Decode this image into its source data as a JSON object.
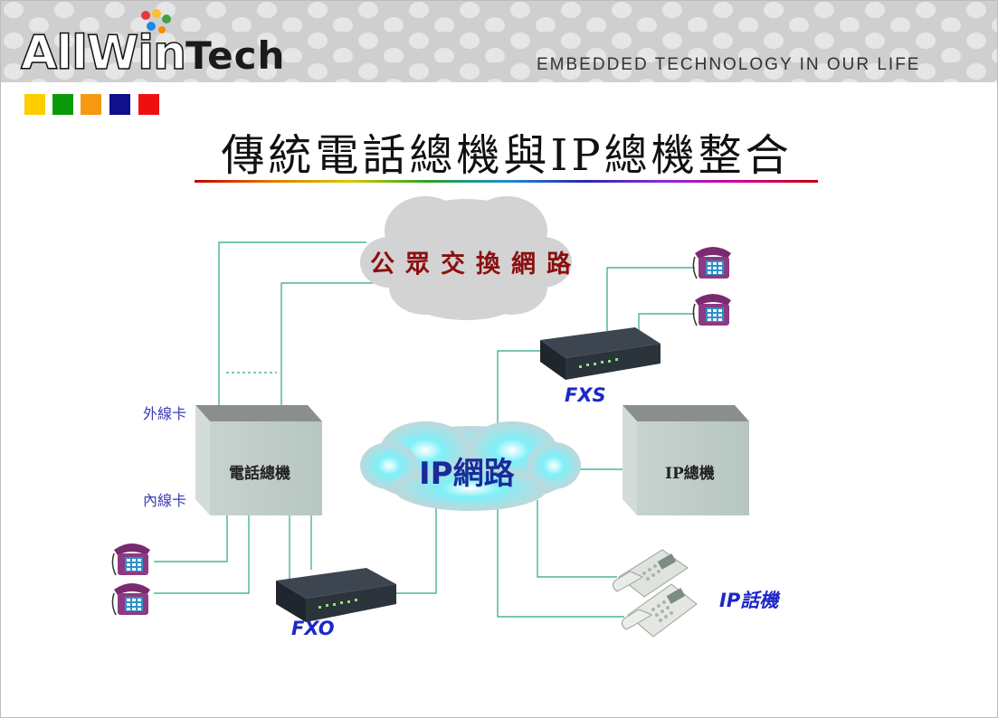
{
  "header": {
    "logo_main": "AllWin",
    "logo_tech": "Tech",
    "tagline": "EMBEDDED TECHNOLOGY IN OUR LIFE",
    "swatch_colors": [
      "#ffcc00",
      "#0a9a0a",
      "#f59a10",
      "#10108a",
      "#ee1010"
    ]
  },
  "slide": {
    "title": "傳統電話總機與IP總機整合"
  },
  "diagram": {
    "pstn_cloud": "公眾交換網路",
    "ip_cloud": "IP網路",
    "pbx_box": "電話總機",
    "ip_pbx_box": "IP總機",
    "trunk_card": "外線卡",
    "line_card": "內線卡",
    "fxs": "FXS",
    "fxo": "FXO",
    "ip_phone": "IP話機",
    "icons": [
      "telephone-icon",
      "gateway-device-icon",
      "ip-phone-icon",
      "cloud-icon"
    ]
  }
}
